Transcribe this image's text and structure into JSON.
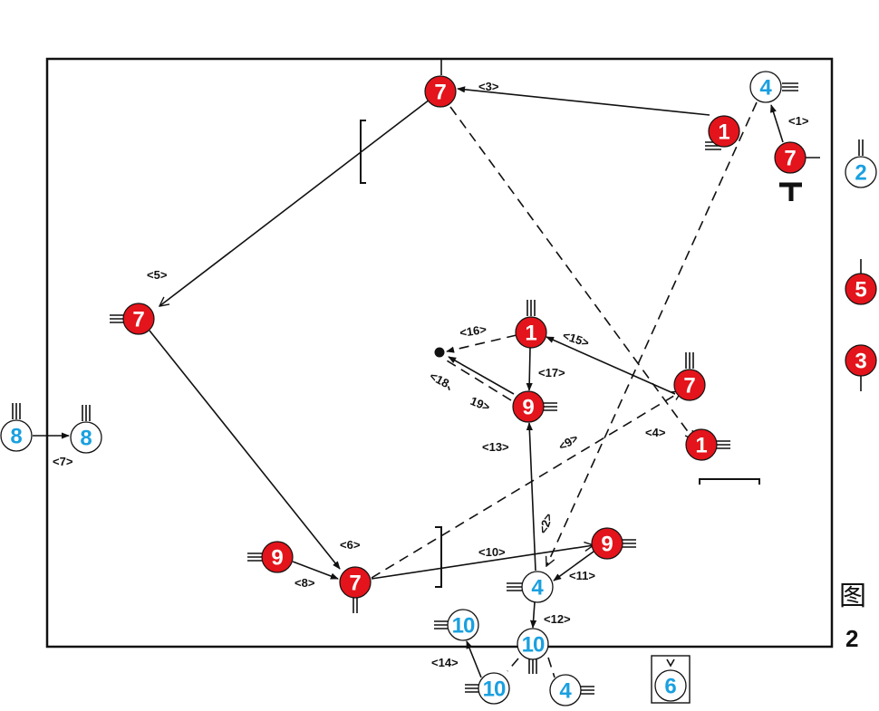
{
  "figure": {
    "char": "图",
    "number": "2"
  },
  "colors": {
    "red": "#e3141b",
    "blue": "#1aa0e0",
    "line": "#111111"
  },
  "players": [
    {
      "id": "r7_top",
      "team": "red",
      "num": "7"
    },
    {
      "id": "r1_tr",
      "team": "red",
      "num": "1"
    },
    {
      "id": "b4_top",
      "team": "blue",
      "num": "4"
    },
    {
      "id": "r7_br",
      "team": "red",
      "num": "7"
    },
    {
      "id": "b2_out",
      "team": "blue",
      "num": "2"
    },
    {
      "id": "r5_out",
      "team": "red",
      "num": "5"
    },
    {
      "id": "r3_out",
      "team": "red",
      "num": "3"
    },
    {
      "id": "r7_left",
      "team": "red",
      "num": "7"
    },
    {
      "id": "b8_out",
      "team": "blue",
      "num": "8"
    },
    {
      "id": "b8_in",
      "team": "blue",
      "num": "8"
    },
    {
      "id": "r1_mid",
      "team": "red",
      "num": "1"
    },
    {
      "id": "r9_mid",
      "team": "red",
      "num": "9"
    },
    {
      "id": "r7_mid",
      "team": "red",
      "num": "7"
    },
    {
      "id": "r1_low",
      "team": "red",
      "num": "1"
    },
    {
      "id": "r9_bl",
      "team": "red",
      "num": "9"
    },
    {
      "id": "r7_bot",
      "team": "red",
      "num": "7"
    },
    {
      "id": "r9_br",
      "team": "red",
      "num": "9"
    },
    {
      "id": "b4_bot",
      "team": "blue",
      "num": "4"
    },
    {
      "id": "b10_a",
      "team": "blue",
      "num": "10"
    },
    {
      "id": "b10_b",
      "team": "blue",
      "num": "10"
    },
    {
      "id": "b10_c",
      "team": "blue",
      "num": "10"
    },
    {
      "id": "b4_low",
      "team": "blue",
      "num": "4"
    },
    {
      "id": "b6_box",
      "team": "blue",
      "num": "6"
    }
  ],
  "moves": [
    {
      "label": "<1>"
    },
    {
      "label": "<2>"
    },
    {
      "label": "<3>"
    },
    {
      "label": "<4>"
    },
    {
      "label": "<5>"
    },
    {
      "label": "<6>"
    },
    {
      "label": "<7>"
    },
    {
      "label": "<8>"
    },
    {
      "label": "<9>"
    },
    {
      "label": "<10>"
    },
    {
      "label": "<11>"
    },
    {
      "label": "<12>"
    },
    {
      "label": "<13>"
    },
    {
      "label": "<14>"
    },
    {
      "label": "<15>"
    },
    {
      "label": "<16>"
    },
    {
      "label": "<17>"
    },
    {
      "label": "<18、"
    },
    {
      "label": "19>"
    }
  ]
}
